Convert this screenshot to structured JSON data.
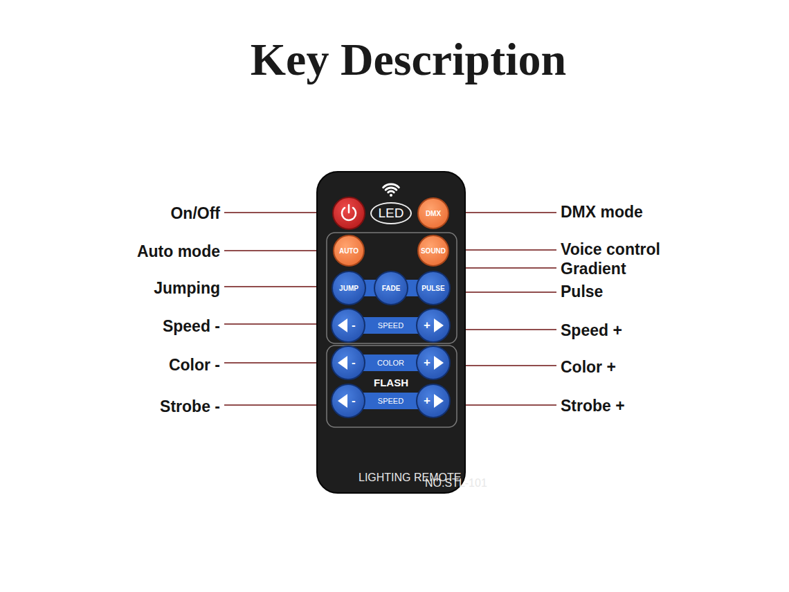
{
  "diagram": {
    "title": "Key Description",
    "nodes": [
      {
        "text": [
          "LIGHTING REMOTE",
          "NO.STL-101"
        ]
      },
      {
        "text": [
          "LED"
        ],
        "in": 0
      },
      {
        "text": [
          "DMX"
        ],
        "in": 0
      },
      {
        "text": [
          "AUTO"
        ],
        "in": 0
      },
      {
        "text": [
          "SOUND"
        ],
        "in": 0
      },
      {
        "text": [
          "JUMP"
        ],
        "in": 0
      },
      {
        "text": [
          "FADE"
        ],
        "in": 0
      },
      {
        "text": [
          "PULSE"
        ],
        "in": 0
      },
      {
        "text": [
          "SPEED"
        ],
        "in": 0
      },
      {
        "text": [
          "-"
        ],
        "in": 8
      },
      {
        "text": [
          "+"
        ],
        "in": 8
      },
      {
        "text": [
          "COLOR"
        ],
        "in": 0
      },
      {
        "text": [
          "-"
        ],
        "in": 11
      },
      {
        "text": [
          "+"
        ],
        "in": 11
      },
      {
        "text": [
          "SPEED"
        ],
        "in": 0
      },
      {
        "text": [
          "-"
        ],
        "in": 14
      },
      {
        "text": [
          "+"
        ],
        "in": 14
      }
    ],
    "labels": [
      "On/Off",
      "DMX mode",
      "Auto mode",
      "Voice control",
      "Gradient",
      "Jumping",
      "Pulse",
      "Speed -",
      "Speed +",
      "Color -",
      "Color +",
      "FLASH",
      "Strobe -",
      "Strobe +"
    ]
  }
}
